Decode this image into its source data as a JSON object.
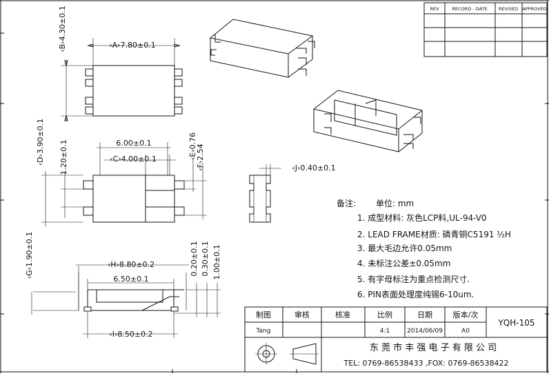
{
  "revision_table": {
    "headers": [
      "REV",
      "RECORD - DATE",
      "REVISED",
      "APPROVED"
    ]
  },
  "dimensions": {
    "A": "‹A›7.80±0.1",
    "B": "‹B›4.30±0.1",
    "C": "‹C›4.00±0.1",
    "C_width": "6.00±0.1",
    "D": "‹D›3.90±0.1",
    "D_inner": "1.20±0.1",
    "E": "‹E›0.76",
    "F": "‹F›2.54",
    "J": "‹J›0.40±0.1",
    "G": "‹G›1.90±0.1",
    "H": "‹H›8.80±0.2",
    "H_inner": "6.50±0.1",
    "H_r1": "0.20±0.1",
    "H_r2": "0.30±0.1",
    "H_r3": "1.00±0.1",
    "I": "‹I›8.50±0.2"
  },
  "notes": {
    "header": "备注:",
    "unit": "单位: mm",
    "items": [
      "1. 成型材料: 灰色LCP料,UL-94-V0",
      "2. LEAD FRAME材质: 磷青铜C5191 ½H",
      "3. 最大毛边允许0.05mm",
      "4. 未标注公差±0.05mm",
      "5. 有字母标注为重点检测尺寸.",
      "6.  PIN表面处理度纯锡6-10um."
    ]
  },
  "title_block": {
    "headers": [
      "制图",
      "审核",
      "核准",
      "比例",
      "日期",
      "版本/次"
    ],
    "values": [
      "Tang",
      "",
      "",
      "4:1",
      "2014/06/09",
      "A0"
    ],
    "part_no": "YQH-105",
    "company": "东 莞 市 丰 强 电 子 有 限 公 司",
    "contact": "TEL: 0769-86538433 ,FOX: 0769-86538422"
  }
}
